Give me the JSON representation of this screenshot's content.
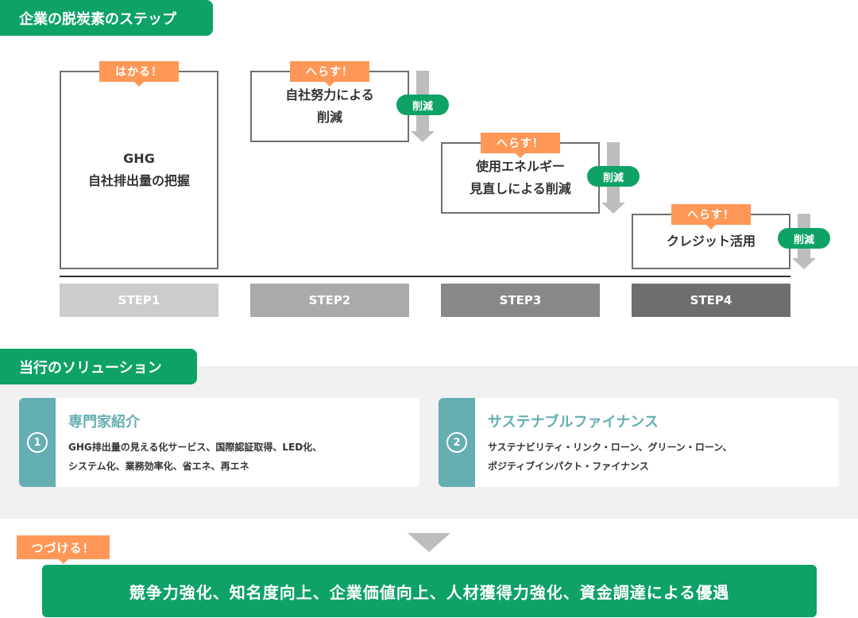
{
  "sections": {
    "decarbonization_title": "企業の脱炭素のステップ",
    "solutions_title": "当行のソリューション"
  },
  "steps": [
    {
      "label": "STEP1",
      "tag": "はかる！",
      "line1": "GHG",
      "line2": "自社排出量の把握",
      "color": "#cccccc"
    },
    {
      "label": "STEP2",
      "tag": "へらす！",
      "line1": "自社努力による",
      "line2": "削減",
      "color": "#aaaaaa",
      "reduce": "削減"
    },
    {
      "label": "STEP3",
      "tag": "へらす！",
      "line1": "使用エネルギー",
      "line2": "見直しによる削減",
      "color": "#888888",
      "reduce": "削減"
    },
    {
      "label": "STEP4",
      "tag": "へらす！",
      "line1": "クレジット活用",
      "line2": "",
      "color": "#6e6e6e",
      "reduce": "削減"
    }
  ],
  "solutions": [
    {
      "number": "1",
      "title": "専門家紹介",
      "desc_line1": "GHG排出量の見える化サービス、国際認証取得、LED化、",
      "desc_line2": "システム化、業務効率化、省エネ、再エネ"
    },
    {
      "number": "2",
      "title": "サステナブルファイナンス",
      "desc_line1": "サステナビリティ・リンク・ローン、グリーン・ローン、",
      "desc_line2": "ポジティブインパクト・ファイナンス"
    }
  ],
  "result": {
    "tag": "つづける！",
    "text": "競争力強化、知名度向上、企業価値向上、人材獲得力強化、資金調達による優遇"
  },
  "colors": {
    "green": "#0ea267",
    "orange": "#ff9757",
    "teal": "#65aeb2",
    "arrow_gray": "#bdbdbd"
  }
}
